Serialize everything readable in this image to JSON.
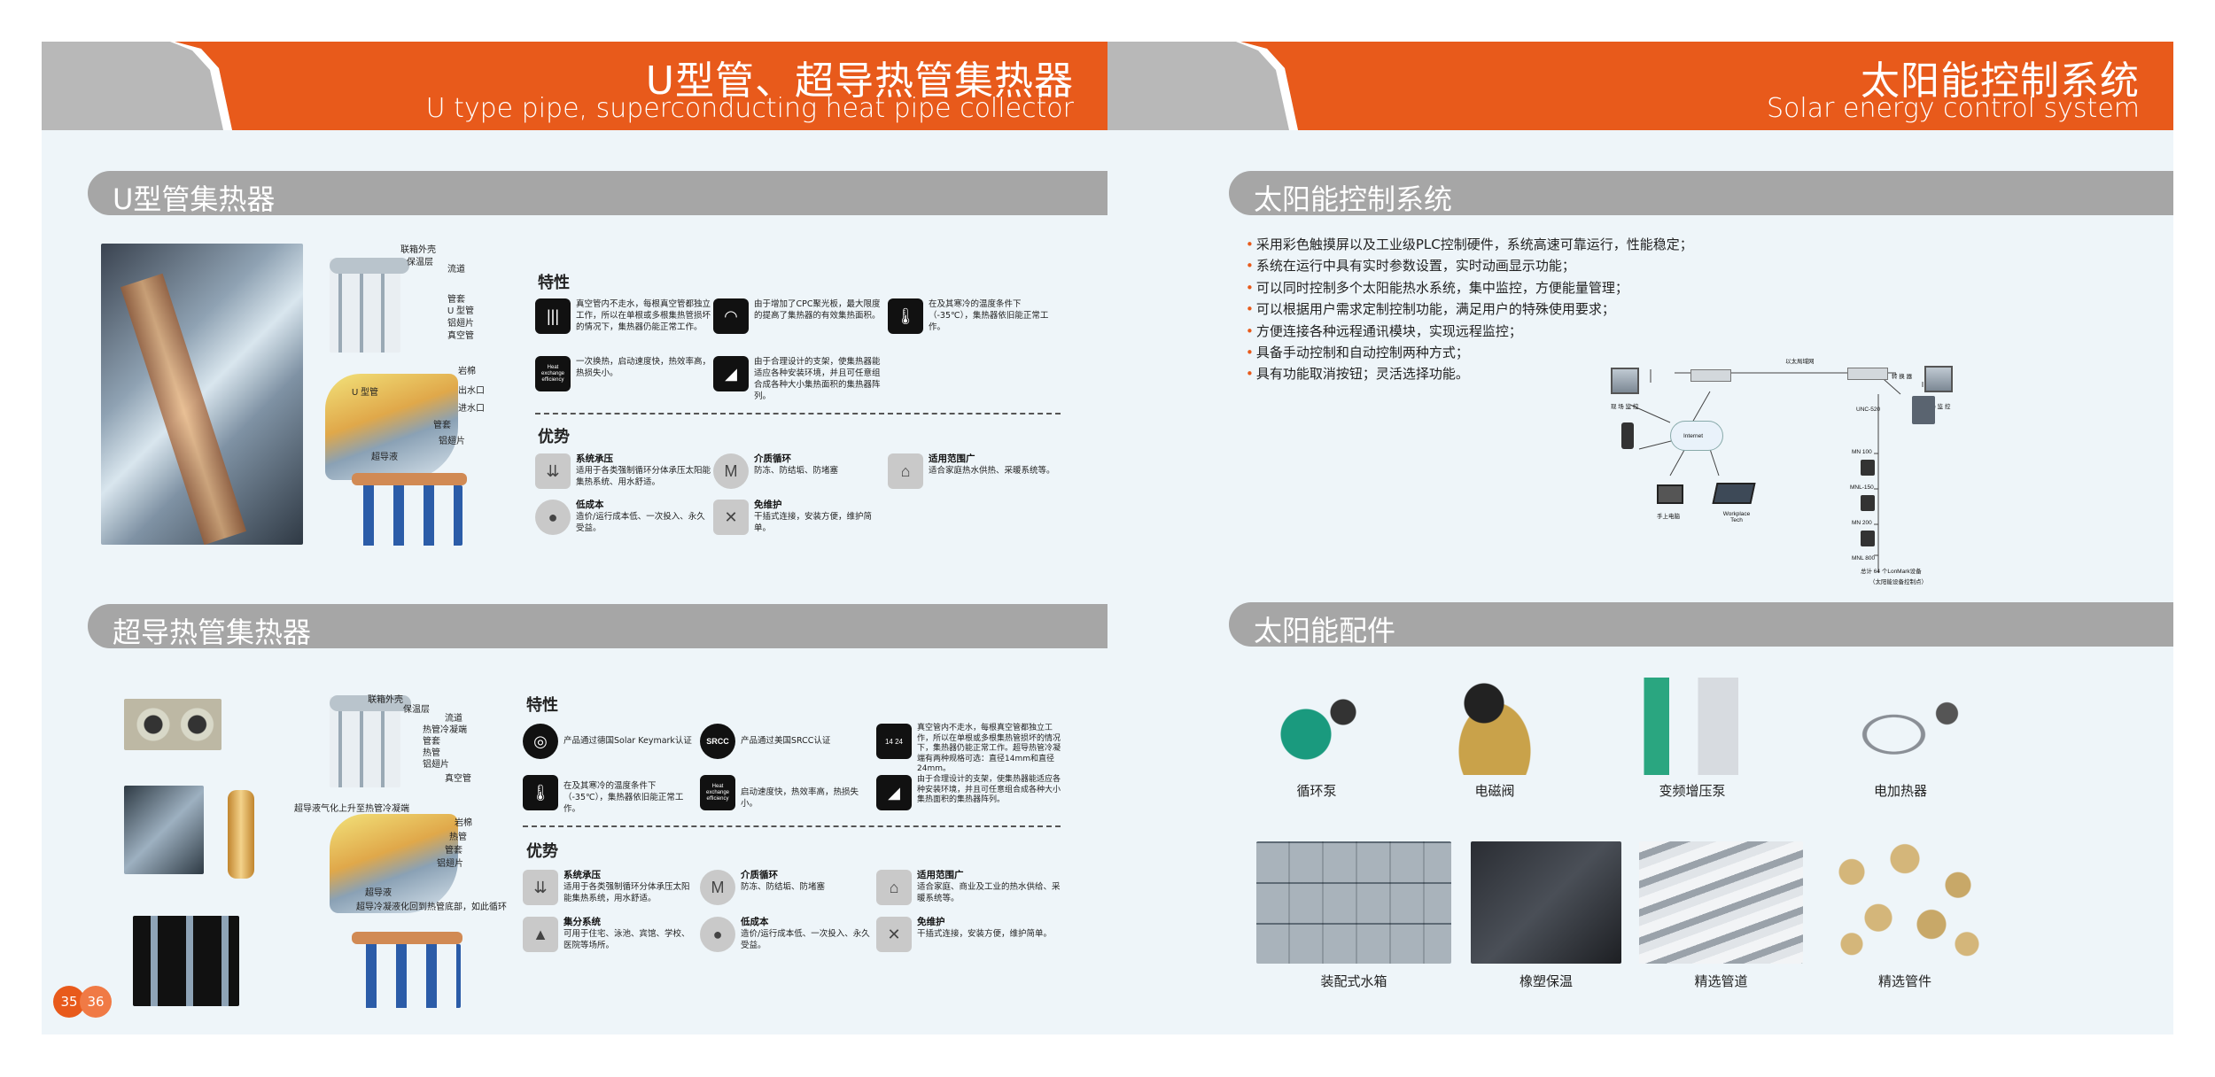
{
  "left_page": {
    "title_cn": "U型管、超导热管集热器",
    "title_en": "U type pipe, superconducting heat pipe collector",
    "section1": {
      "title": "U型管集热器",
      "diagram_labels": [
        "联箱外壳",
        "保温层",
        "流道",
        "管套",
        "U 型管",
        "铝翅片",
        "真空管",
        "岩棉",
        "出水口",
        "进水口",
        "管套",
        "U 型管",
        "铝翅片",
        "超导液"
      ],
      "features_title": "特性",
      "features": [
        {
          "icon": "tube-icon",
          "text": "真空管内不走水，每根真空管都独立工作，所以在单根或多根集热管损坏的情况下，集热器仍能正常工作。"
        },
        {
          "icon": "cpc-icon",
          "text": "由于增加了CPC聚光板，最大限度的提高了集热器的有效集热面积。"
        },
        {
          "icon": "thermometer-icon",
          "text": "在及其寒冷的温度条件下（-35℃），集热器依旧能正常工作。"
        },
        {
          "icon": "heat-exchange-icon",
          "icon_text": "Heat exchange efficiency",
          "text": "一次换热，启动速度快，热效率高，热损失小。"
        },
        {
          "icon": "bracket-icon",
          "text": "由于合理设计的支架，使集热器能适应各种安装环境，并且可任意组合成各种大小集热面积的集热器阵列。"
        }
      ],
      "advantages_title": "优势",
      "advantages": [
        {
          "icon": "pressure-icon",
          "title": "系统承压",
          "text": "适用于各类强制循环分体承压太阳能集热系统、用水舒适。"
        },
        {
          "icon": "medium-cycle-icon",
          "title": "介质循环",
          "text": "防冻、防结垢、防堵塞"
        },
        {
          "icon": "scope-icon",
          "title": "适用范围广",
          "text": "适合家庭热水供热、采暖系统等。"
        },
        {
          "icon": "piggy-bank-icon",
          "title": "低成本",
          "text": "造价/运行成本低、一次投入、永久受益。"
        },
        {
          "icon": "tools-icon",
          "title": "免维护",
          "text": "干插式连接，安装方便，维护简单。"
        }
      ]
    },
    "section2": {
      "title": "超导热管集热器",
      "diagram_labels": [
        "联箱外壳",
        "保温层",
        "流道",
        "热管冷凝端",
        "管套",
        "热管",
        "铝翅片",
        "真空管",
        "超导液气化上升至热管冷凝端",
        "岩棉",
        "热管",
        "管套",
        "铝翅片",
        "超导液",
        "超导冷凝液化回到热管底部，如此循环"
      ],
      "features_title": "特性",
      "features": [
        {
          "icon": "keymark-icon",
          "text": "产品通过德国Solar Keymark认证"
        },
        {
          "icon": "srcc-icon",
          "icon_text": "SRCC",
          "text": "产品通过美国SRCC认证"
        },
        {
          "icon": "size-icon",
          "icon_text": "14 24",
          "text": "真空管内不走水，每根真空管都独立工作，所以在单根或多根集热管损坏的情况下，集热器仍能正常工作。超导热管冷凝端有两种规格可选：直径14mm和直径24mm。"
        },
        {
          "icon": "thermometer-icon",
          "text": "在及其寒冷的温度条件下（-35℃），集热器依旧能正常工作。"
        },
        {
          "icon": "heat-exchange-icon",
          "icon_text": "Heat exchange efficiency",
          "text": "启动速度快，热效率高，热损失小。"
        },
        {
          "icon": "bracket-icon",
          "text": "由于合理设计的支架，使集热器能适应各种安装环境，并且可任意组合成各种大小集热面积的集热器阵列。"
        }
      ],
      "advantages_title": "优势",
      "advantages": [
        {
          "icon": "pressure-icon",
          "title": "系统承压",
          "text": "适用于各类强制循环分体承压太阳能集热系统，用水舒适。"
        },
        {
          "icon": "medium-cycle-icon",
          "title": "介质循环",
          "text": "防冻、防结垢、防堵塞"
        },
        {
          "icon": "scope-icon",
          "title": "适用范围广",
          "text": "适合家庭、商业及工业的热水供给、采暖系统等。"
        },
        {
          "icon": "cluster-icon",
          "title": "集分系统",
          "text": "可用于住宅、泳池、宾馆、学校、医院等场所。"
        },
        {
          "icon": "piggy-bank-icon",
          "title": "低成本",
          "text": "造价/运行成本低、一次投入、永久受益。"
        },
        {
          "icon": "tools-icon",
          "title": "免维护",
          "text": "干插式连接，安装方便，维护简单。"
        }
      ]
    },
    "page_numbers": [
      "35",
      "36"
    ]
  },
  "right_page": {
    "title_cn": "太阳能控制系统",
    "title_en": "Solar energy control system",
    "section1": {
      "title": "太阳能控制系统",
      "bullets": [
        "采用彩色触摸屏以及工业级PLC控制硬件，系统高速可靠运行，性能稳定；",
        "系统在运行中具有实时参数设置，实时动画显示功能；",
        "可以同时控制多个太阳能热水系统，集中监控，方便能量管理；",
        "可以根据用户需求定制控制功能，满足用户的特殊使用要求；",
        "方便连接各种远程通讯模块，实现远程监控；",
        "具备手动控制和自动控制两种方式；",
        "具有功能取消按钮；灵活选择功能。"
      ],
      "network_labels": {
        "ethernet": "以太局域网",
        "remote_monitor": "现 场 监 控",
        "local_monitor": "现 场 监 控",
        "converter": "转 换 器",
        "internet": "Internet",
        "laptop": "手上电脑",
        "workplace": "Workplace Tech",
        "unc": "UNC-520",
        "mn100": "MN 100",
        "mnl150": "MNL-150",
        "mn200": "MN 200",
        "mnl800": "MNL 800",
        "total1": "总计 64 个LonMark设备",
        "total2": "（太阳能设备控制点）"
      }
    },
    "section2": {
      "title": "太阳能配件",
      "items": [
        {
          "name": "循环泵",
          "color": "#1a9a7e"
        },
        {
          "name": "电磁阀",
          "color": "#c9a24a"
        },
        {
          "name": "变频增压泵",
          "color": "#2aa680"
        },
        {
          "name": "电加热器",
          "color": "#8a8f96"
        },
        {
          "name": "装配式水箱",
          "color": "#a9b3bb"
        },
        {
          "name": "橡塑保温",
          "color": "#2a2d33"
        },
        {
          "name": "精选管道",
          "color": "#c9ced3"
        },
        {
          "name": "精选管件",
          "color": "#d4b67a"
        }
      ]
    }
  }
}
